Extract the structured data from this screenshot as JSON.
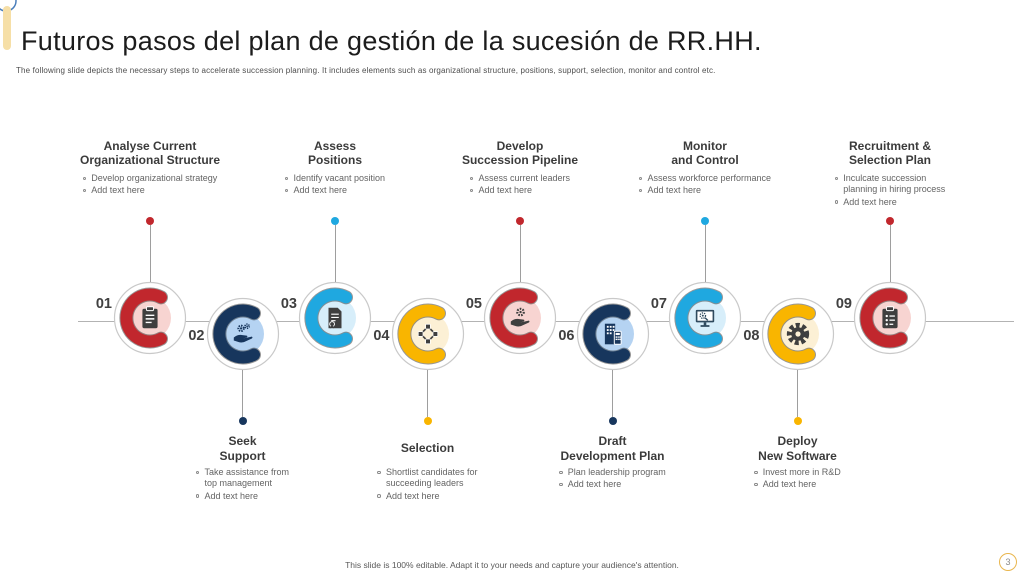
{
  "slide": {
    "title": "Futuros pasos del plan de gestión de la sucesión de RR.HH.",
    "subtitle": "The following slide depicts the necessary steps to accelerate succession planning. It includes elements such as organizational structure, positions, support, selection, monitor and control etc.",
    "footer": "This slide is 100% editable. Adapt it to your needs and capture your audience's attention.",
    "page_number": "3"
  },
  "colors": {
    "red": "#C1272D",
    "navy": "#17365D",
    "cyan": "#1FA8E0",
    "yellow": "#F9B500",
    "timeline_gray": "#B3B3B3",
    "accent_bar": "#F6DFA7",
    "corner_circle": "#4A7EBB",
    "page_badge_border": "#E9B64E"
  },
  "steps": [
    {
      "number": "01",
      "position": "top",
      "title": "Analyse Current\nOrganizational Structure",
      "bullets": [
        "Develop organizational strategy",
        "Add text here"
      ],
      "icon": "clipboard-list-icon",
      "color": "#C1272D",
      "tint": "#F7D4D1",
      "icon_color": "#3F3F3F"
    },
    {
      "number": "02",
      "position": "bottom",
      "title": "Seek\nSupport",
      "bullets": [
        "Take assistance from\ntop management",
        "Add text here"
      ],
      "icon": "hand-gears-icon",
      "color": "#17365D",
      "tint": "#B5D3F2",
      "icon_color": "#17365D"
    },
    {
      "number": "03",
      "position": "top",
      "title": "Assess\nPositions",
      "bullets": [
        "Identify vacant position",
        "Add text here"
      ],
      "icon": "vacancy-document-icon",
      "color": "#1FA8E0",
      "tint": "#D7EEFA",
      "icon_color": "#3F3F3F"
    },
    {
      "number": "04",
      "position": "bottom",
      "title": "Selection",
      "bullets": [
        "Shortlist candidates for\nsucceeding leaders",
        "Add text here"
      ],
      "icon": "network-nodes-icon",
      "color": "#F9B500",
      "tint": "#FCF0D5",
      "icon_color": "#3F3F3F"
    },
    {
      "number": "05",
      "position": "top",
      "title": "Develop\nSuccession Pipeline",
      "bullets": [
        "Assess current leaders",
        "Add text here"
      ],
      "icon": "hand-gear-icon",
      "color": "#C1272D",
      "tint": "#F7D4D1",
      "icon_color": "#3F3F3F"
    },
    {
      "number": "06",
      "position": "bottom",
      "title": "Draft\nDevelopment Plan",
      "bullets": [
        "Plan leadership program",
        "Add text here"
      ],
      "icon": "building-calculator-icon",
      "color": "#17365D",
      "tint": "#B5D3F2",
      "icon_color": "#17365D"
    },
    {
      "number": "07",
      "position": "top",
      "title": "Monitor\nand Control",
      "bullets": [
        "Assess workforce performance",
        "Add text here"
      ],
      "icon": "monitor-search-icon",
      "color": "#1FA8E0",
      "tint": "#D7EEFA",
      "icon_color": "#2F4A5E"
    },
    {
      "number": "08",
      "position": "bottom",
      "title": "Deploy\nNew Software",
      "bullets": [
        "Invest more in R&D",
        "Add text here"
      ],
      "icon": "gear-icon",
      "color": "#F9B500",
      "tint": "#FCF0D5",
      "icon_color": "#3F3F3F"
    },
    {
      "number": "09",
      "position": "top",
      "title": "Recruitment &\nSelection Plan",
      "bullets": [
        "Inculcate succession\nplanning in hiring process",
        "Add text here"
      ],
      "icon": "clipboard-icon",
      "color": "#C1272D",
      "tint": "#F7D4D1",
      "icon_color": "#3F3F3F"
    }
  ]
}
